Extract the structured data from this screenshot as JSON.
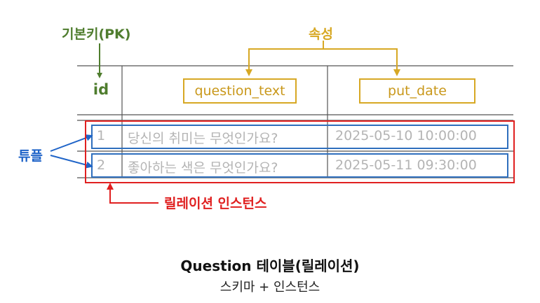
{
  "labels": {
    "primary_key": "기본키(PK)",
    "attribute": "속성",
    "tuple": "튜플",
    "relation_instance": "릴레이션 인스턴스"
  },
  "table": {
    "columns": [
      "id",
      "question_text",
      "put_date"
    ],
    "rows": [
      {
        "id": "1",
        "question_text": "당신의 취미는 무엇인가요?",
        "put_date": "2025-05-10 10:00:00"
      },
      {
        "id": "2",
        "question_text": "좋아하는 색은 무엇인가요?",
        "put_date": "2025-05-11 09:30:00"
      }
    ]
  },
  "caption": {
    "title": "Question 테이블(릴레이션)",
    "subtitle": "스키마 + 인스턴스"
  },
  "colors": {
    "primary_key": "#4f7d2e",
    "attribute": "#d7a824",
    "tuple": "#1f64c8",
    "relation_instance": "#e02020",
    "grid": "#555555",
    "cell_text": "#b4b4b4"
  }
}
